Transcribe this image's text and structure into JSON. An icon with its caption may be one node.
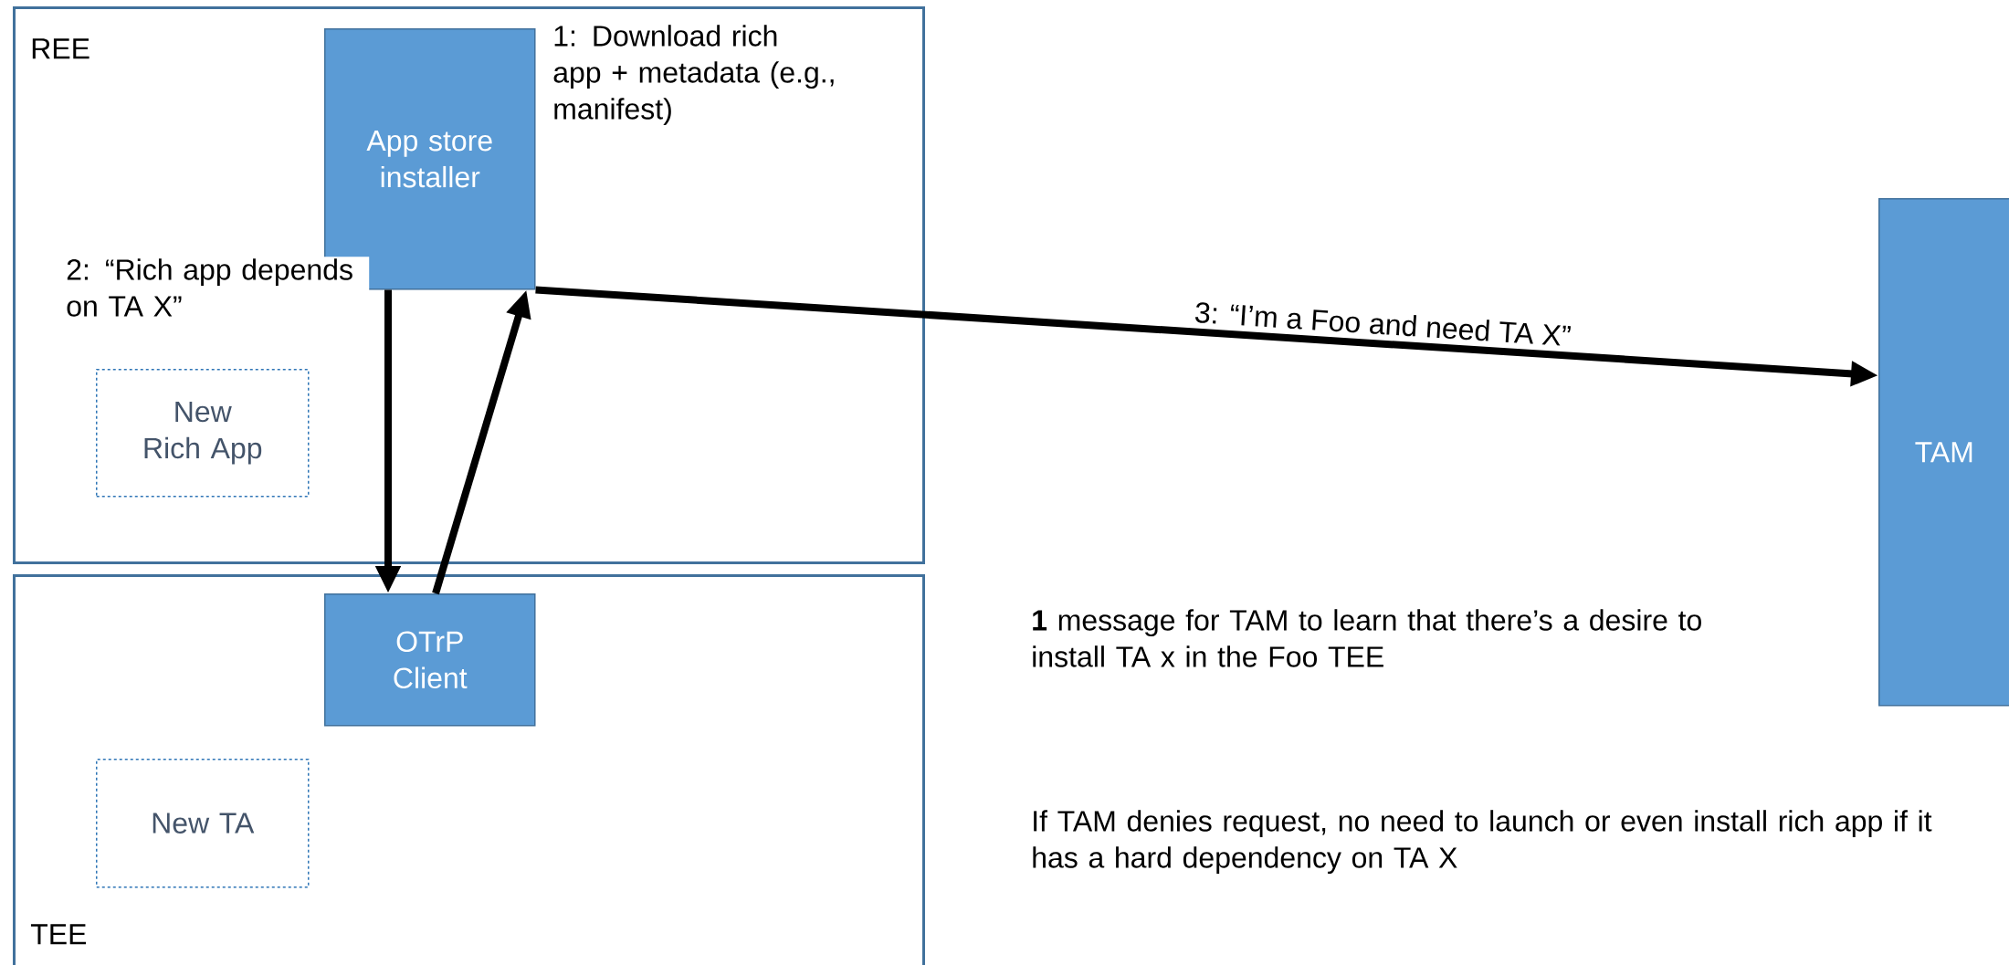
{
  "diagram": {
    "nodes": [
      {
        "text": [
          "REE"
        ]
      },
      {
        "text": [
          "App store installer"
        ],
        "in": 0,
        "beside": [
          "1: Download rich app + metadata (e.g., manifest)"
        ]
      },
      {
        "text": [
          "New Rich App"
        ],
        "in": 0
      },
      {
        "text": [
          "TEE"
        ]
      },
      {
        "text": [
          "OTrP Client"
        ],
        "in": 3
      },
      {
        "text": [
          "New TA"
        ],
        "in": 3
      },
      {
        "text": [
          "TAM"
        ]
      }
    ],
    "edges": [
      {
        "from": 1,
        "to": 4,
        "arrow": "to",
        "label": "2: “Rich app depends on TA X”"
      },
      {
        "from": 4,
        "to": 1,
        "arrow": "to"
      },
      {
        "from": 1,
        "to": 6,
        "arrow": "to",
        "label": "3: “I’m a Foo and need TA X”"
      }
    ],
    "labels": [
      "**1** message for TAM to learn that there’s a desire to install TA x in the Foo TEE",
      "If TAM denies request, no need to launch or even install rich app if it has a hard dependency on TA X"
    ]
  }
}
